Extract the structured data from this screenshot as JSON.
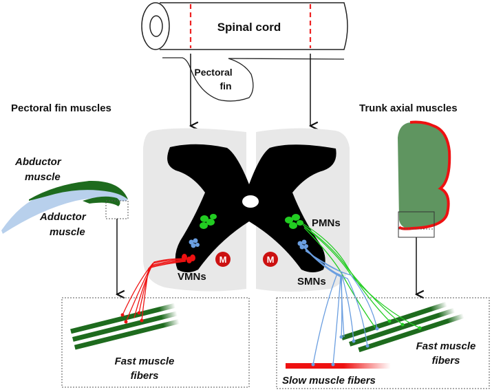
{
  "colors": {
    "fast_fiber": "#1e6b1e",
    "slow_fiber": "#ee1111",
    "pmn": "#22cc22",
    "smn": "#6a9ee0",
    "vmn": "#ee1111",
    "mauthner": "#cc1111",
    "trunk_fill": "#5f9560",
    "trunk_outline": "#ee1111",
    "fin_blue": "#b8d0ec",
    "fin_green": "#1e6b1e",
    "grey_matter": "#000000",
    "white_matter": "#e8e8e8",
    "section_line": "#ee2222"
  },
  "labels": {
    "spinal_cord": "Spinal cord",
    "pectoral_fin_line1": "Pectoral",
    "pectoral_fin_line2": "fin",
    "pectoral_fin_muscles": "Pectoral fin muscles",
    "trunk_axial_muscles": "Trunk axial muscles",
    "abductor_line1": "Abductor",
    "abductor_line2": "muscle",
    "adductor_line1": "Adductor",
    "adductor_line2": "muscle",
    "pmns": "PMNs",
    "smns": "SMNs",
    "vmns": "VMNs",
    "mauthner_left": "M",
    "mauthner_right": "M",
    "fast_fibers_left_line1": "Fast muscle",
    "fast_fibers_left_line2": "fibers",
    "fast_fibers_right_line1": "Fast muscle",
    "fast_fibers_right_line2": "fibers",
    "slow_fibers": "Slow muscle fibers"
  }
}
